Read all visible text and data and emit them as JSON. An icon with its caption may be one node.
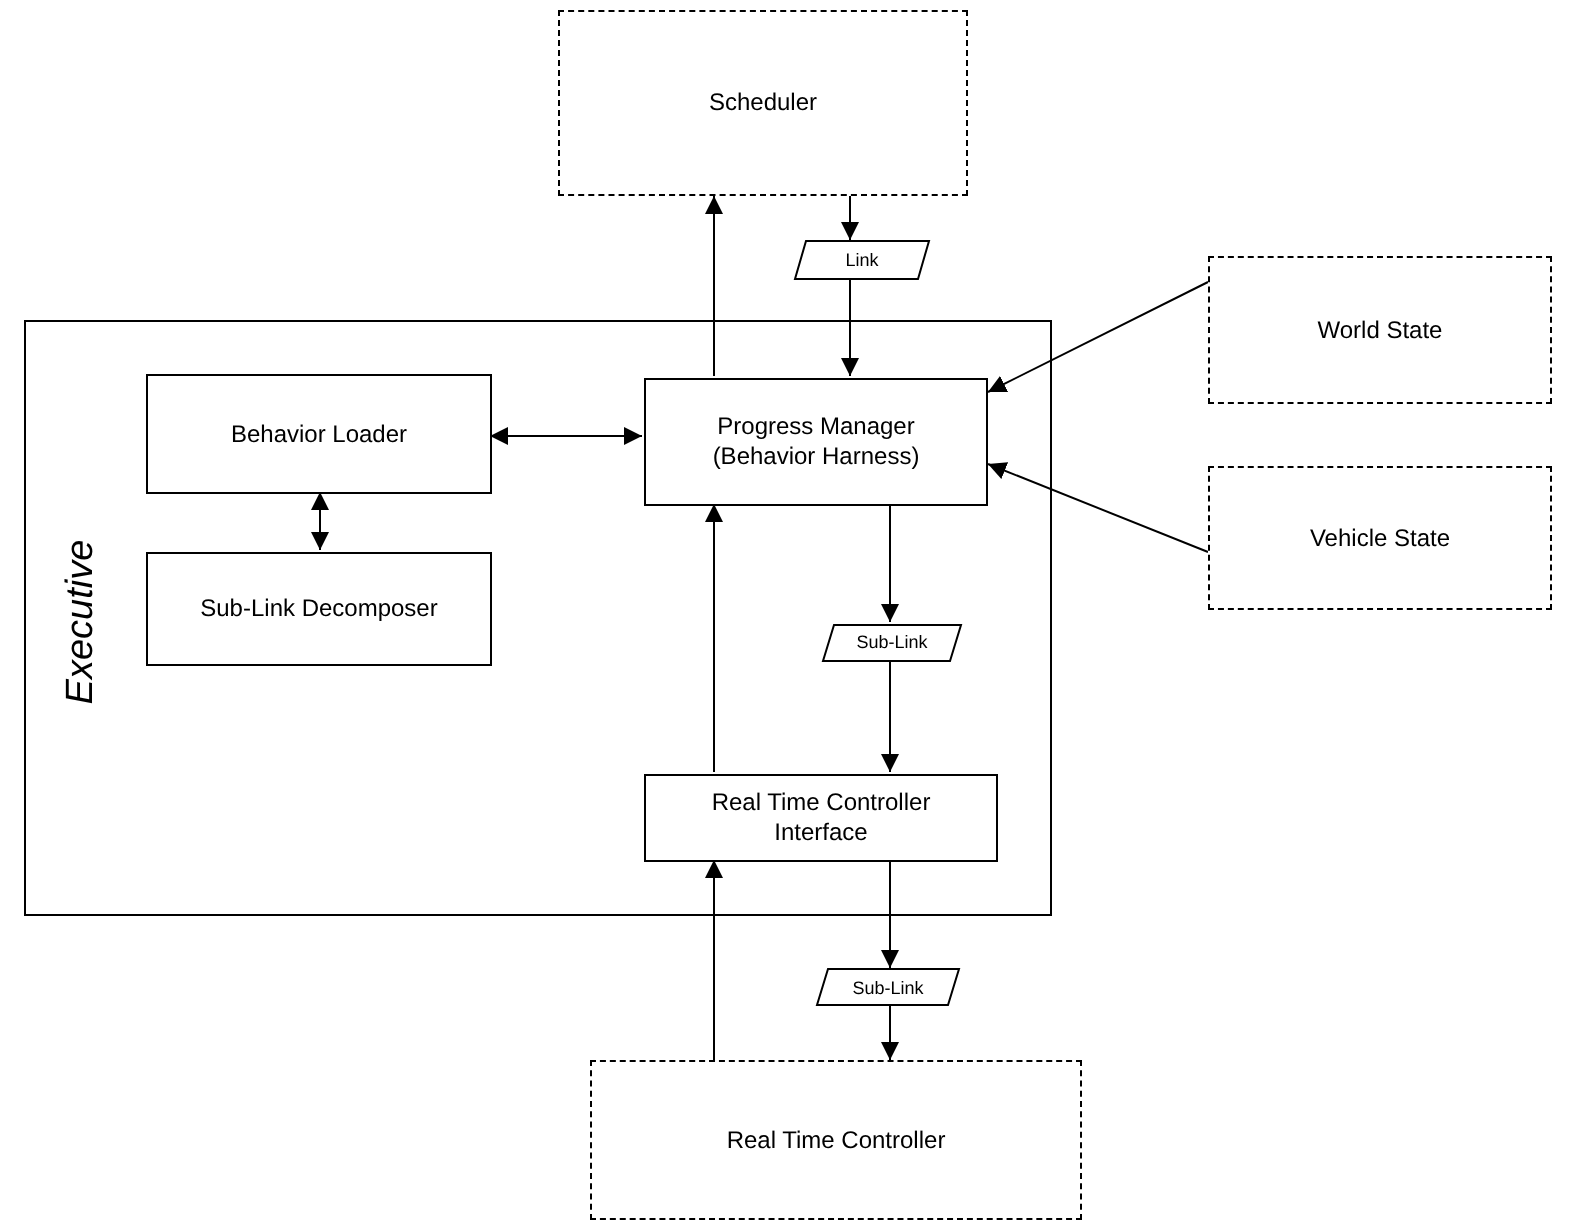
{
  "diagram": {
    "nodes": [
      {
        "text": [
          "Scheduler"
        ]
      },
      {
        "text": [
          "Link"
        ]
      },
      {
        "text": [
          "Executive"
        ]
      },
      {
        "text": [
          "Behavior Loader"
        ],
        "in": 2
      },
      {
        "text": [
          "Progress Manager (Behavior Harness)"
        ],
        "in": 2
      },
      {
        "text": [
          "Sub-Link Decomposer"
        ],
        "in": 2
      },
      {
        "text": [
          "Sub-Link"
        ],
        "in": 2
      },
      {
        "text": [
          "Real Time Controller Interface"
        ],
        "in": 2
      },
      {
        "text": [
          "World State"
        ]
      },
      {
        "text": [
          "Vehicle State"
        ]
      },
      {
        "text": [
          "Sub-Link"
        ]
      },
      {
        "text": [
          "Real Time Controller"
        ]
      }
    ],
    "edges": [
      {
        "from": 4,
        "to": 0,
        "arrow": "to"
      },
      {
        "from": 0,
        "to": 1,
        "arrow": "to"
      },
      {
        "from": 1,
        "to": 4,
        "arrow": "to"
      },
      {
        "from": 3,
        "to": 4,
        "arrow": "both"
      },
      {
        "from": 3,
        "to": 5,
        "arrow": "both"
      },
      {
        "from": 8,
        "to": 4,
        "arrow": "to"
      },
      {
        "from": 9,
        "to": 4,
        "arrow": "to"
      },
      {
        "from": 4,
        "to": 6,
        "arrow": "to"
      },
      {
        "from": 6,
        "to": 7,
        "arrow": "to"
      },
      {
        "from": 7,
        "to": 4,
        "arrow": "to"
      },
      {
        "from": 7,
        "to": 10,
        "arrow": "to"
      },
      {
        "from": 10,
        "to": 11,
        "arrow": "to"
      },
      {
        "from": 11,
        "to": 7,
        "arrow": "to"
      }
    ]
  }
}
